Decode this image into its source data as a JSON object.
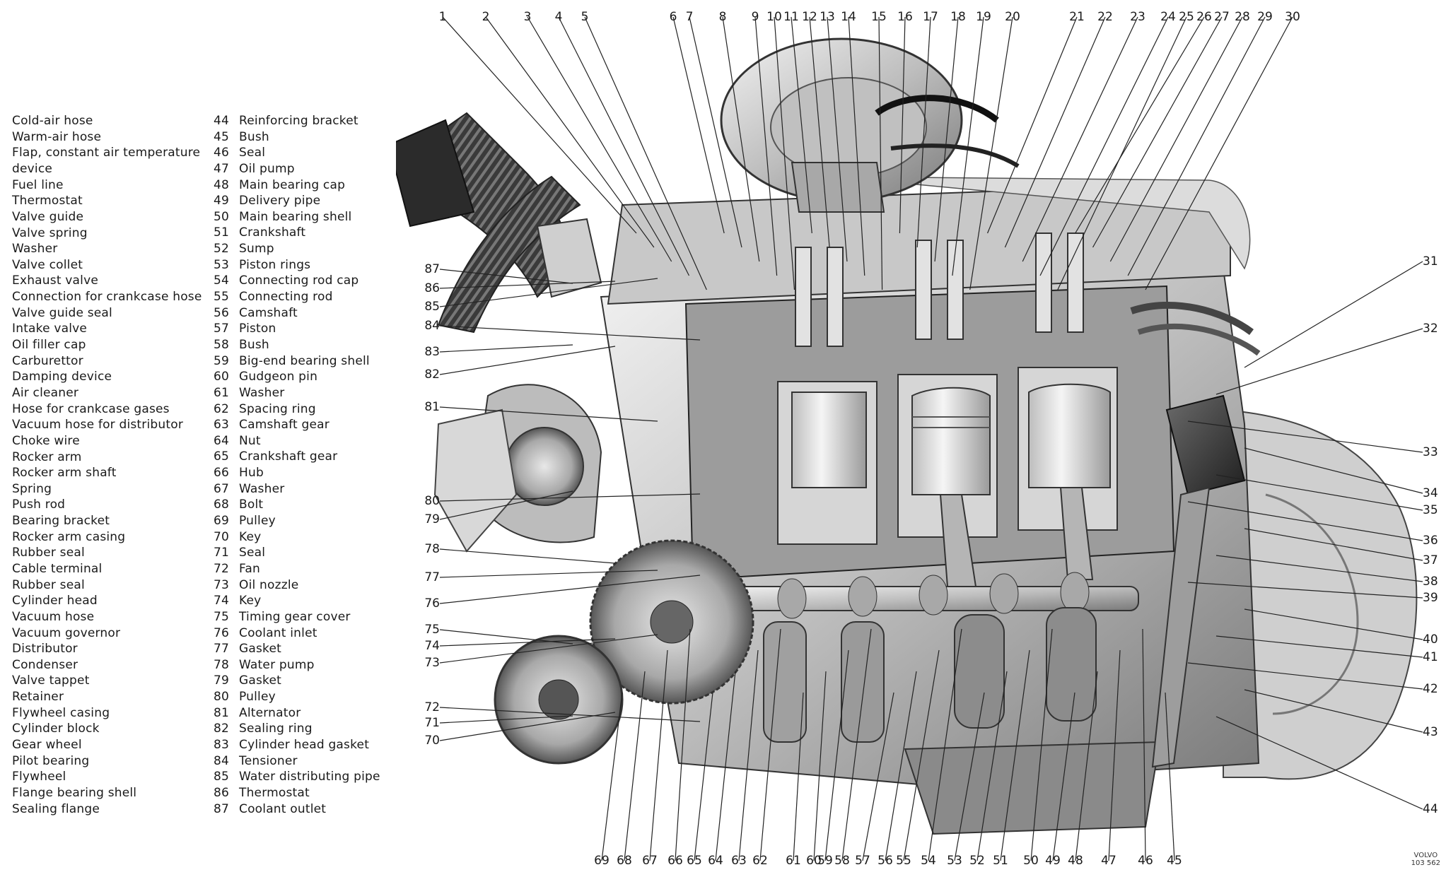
{
  "legend_left": [
    "Cold-air hose",
    "Warm-air hose",
    "Flap, constant air temperature device",
    "Fuel line",
    "Thermostat",
    "Valve guide",
    "Valve spring",
    "Washer",
    "Valve collet",
    "Exhaust valve",
    "Connection for crankcase hose",
    "Valve guide seal",
    "Intake valve",
    "Oil filler cap",
    "Carburettor",
    "Damping device",
    "Air cleaner",
    "Hose for crankcase gases",
    "Vacuum hose for distributor",
    "Choke wire",
    "Rocker arm",
    "Rocker arm shaft",
    "Spring",
    "Push rod",
    "Bearing bracket",
    "Rocker arm casing",
    "Rubber seal",
    "Cable terminal",
    "Rubber seal",
    "Cylinder head",
    "Vacuum hose",
    "Vacuum governor",
    "Distributor",
    "Condenser",
    "Valve tappet",
    "Retainer",
    "Flywheel casing",
    "Cylinder block",
    "Gear wheel",
    "Pilot bearing",
    "Flywheel",
    "Flange bearing shell",
    "Sealing flange"
  ],
  "legend_right": [
    {
      "num": "44",
      "label": "Reinforcing bracket"
    },
    {
      "num": "45",
      "label": "Bush"
    },
    {
      "num": "46",
      "label": "Seal"
    },
    {
      "num": "47",
      "label": "Oil pump"
    },
    {
      "num": "48",
      "label": "Main bearing cap"
    },
    {
      "num": "49",
      "label": "Delivery pipe"
    },
    {
      "num": "50",
      "label": "Main bearing shell"
    },
    {
      "num": "51",
      "label": "Crankshaft"
    },
    {
      "num": "52",
      "label": "Sump"
    },
    {
      "num": "53",
      "label": "Piston rings"
    },
    {
      "num": "54",
      "label": "Connecting rod cap"
    },
    {
      "num": "55",
      "label": "Connecting rod"
    },
    {
      "num": "56",
      "label": "Camshaft"
    },
    {
      "num": "57",
      "label": "Piston"
    },
    {
      "num": "58",
      "label": "Bush"
    },
    {
      "num": "59",
      "label": "Big-end bearing shell"
    },
    {
      "num": "60",
      "label": "Gudgeon pin"
    },
    {
      "num": "61",
      "label": "Washer"
    },
    {
      "num": "62",
      "label": "Spacing ring"
    },
    {
      "num": "63",
      "label": "Camshaft gear"
    },
    {
      "num": "64",
      "label": "Nut"
    },
    {
      "num": "65",
      "label": "Crankshaft gear"
    },
    {
      "num": "66",
      "label": "Hub"
    },
    {
      "num": "67",
      "label": "Washer"
    },
    {
      "num": "68",
      "label": "Bolt"
    },
    {
      "num": "69",
      "label": "Pulley"
    },
    {
      "num": "70",
      "label": "Key"
    },
    {
      "num": "71",
      "label": "Seal"
    },
    {
      "num": "72",
      "label": "Fan"
    },
    {
      "num": "73",
      "label": "Oil nozzle"
    },
    {
      "num": "74",
      "label": "Key"
    },
    {
      "num": "75",
      "label": "Timing gear cover"
    },
    {
      "num": "76",
      "label": "Coolant inlet"
    },
    {
      "num": "77",
      "label": "Gasket"
    },
    {
      "num": "78",
      "label": "Water pump"
    },
    {
      "num": "79",
      "label": "Gasket"
    },
    {
      "num": "80",
      "label": "Pulley"
    },
    {
      "num": "81",
      "label": "Alternator"
    },
    {
      "num": "82",
      "label": "Sealing ring"
    },
    {
      "num": "83",
      "label": "Cylinder head gasket"
    },
    {
      "num": "84",
      "label": "Tensioner"
    },
    {
      "num": "85",
      "label": "Water distributing pipe"
    },
    {
      "num": "86",
      "label": "Thermostat"
    },
    {
      "num": "87",
      "label": "Coolant outlet"
    }
  ],
  "callouts": {
    "top": [
      "1",
      "2",
      "3",
      "4",
      "5",
      "6",
      "7",
      "8",
      "9",
      "10",
      "11",
      "12",
      "13",
      "14",
      "15",
      "16",
      "17",
      "18",
      "19",
      "20",
      "21",
      "22",
      "23",
      "24",
      "25",
      "26",
      "27",
      "28",
      "29",
      "30"
    ],
    "right": [
      "31",
      "32",
      "33",
      "34",
      "35",
      "36",
      "37",
      "38",
      "39",
      "40",
      "41",
      "42",
      "43",
      "44"
    ],
    "bottom": [
      "69",
      "68",
      "67",
      "66",
      "65",
      "64",
      "63",
      "62",
      "61",
      "60",
      "59",
      "58",
      "57",
      "56",
      "55",
      "54",
      "53",
      "52",
      "51",
      "50",
      "49",
      "48",
      "47",
      "46",
      "45"
    ],
    "left": [
      "87",
      "86",
      "85",
      "84",
      "83",
      "82",
      "81",
      "80",
      "79",
      "78",
      "77",
      "76",
      "75",
      "74",
      "73",
      "72",
      "71",
      "70"
    ]
  },
  "stamp": {
    "line1": "VOLVO",
    "line2": "103 562"
  }
}
